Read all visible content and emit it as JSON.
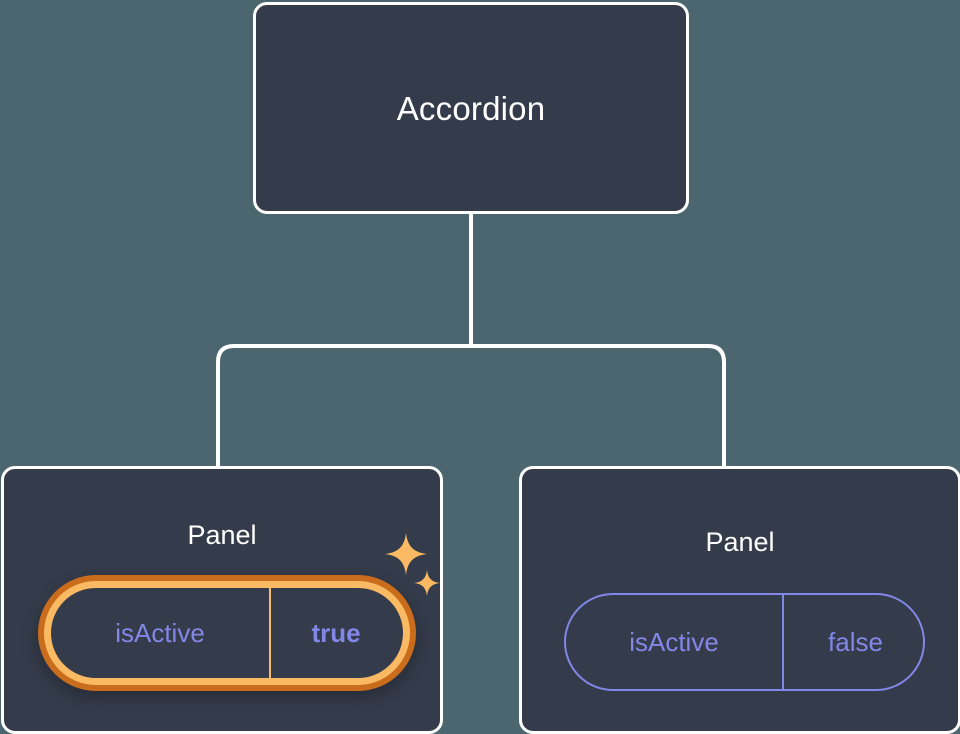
{
  "canvas": {
    "background_color": "#4c6670",
    "node_fill_color": "#343b4a",
    "node_border_color": "#ffffff",
    "connector_color": "#ffffff",
    "prop_text_color": "#8287e8",
    "highlight_outer_color": "#c96c1c",
    "highlight_inner_color": "#fab963"
  },
  "tree": {
    "root": {
      "label": "Accordion"
    },
    "children": [
      {
        "label": "Panel",
        "highlighted": true,
        "prop": {
          "key": "isActive",
          "value": "true"
        },
        "sparkles": [
          "sparkle-large-icon",
          "sparkle-small-icon"
        ]
      },
      {
        "label": "Panel",
        "highlighted": false,
        "prop": {
          "key": "isActive",
          "value": "false"
        }
      }
    ]
  }
}
